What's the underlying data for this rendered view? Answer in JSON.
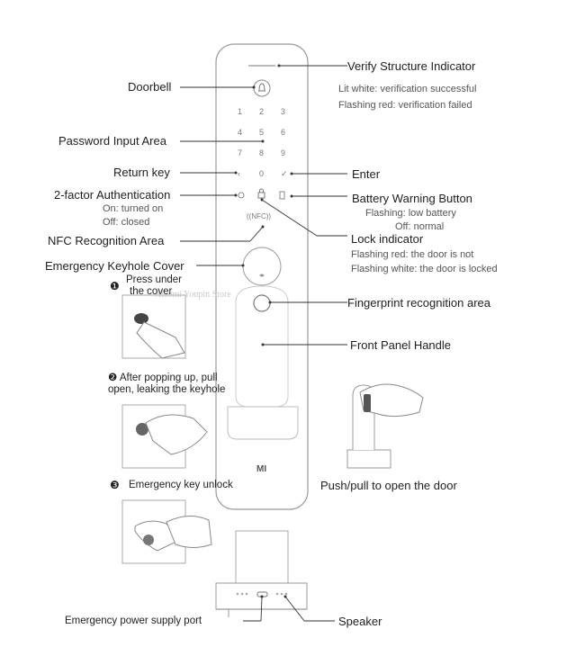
{
  "labels": {
    "verify": "Verify Structure Indicator",
    "verify_ok": "Lit white: verification successful",
    "verify_fail": "Flashing red: verification failed",
    "doorbell": "Doorbell",
    "password": "Password Input Area",
    "return": "Return key",
    "enter": "Enter",
    "twofactor": "2-factor Authentication",
    "twofactor_on": "On: turned on",
    "twofactor_off": "Off: closed",
    "battery": "Battery Warning Button",
    "battery_flash": "Flashing: low battery",
    "battery_off": "Off: normal",
    "nfc": "NFC Recognition Area",
    "lock": "Lock indicator",
    "lock_red": "Flashing red: the door is not",
    "lock_white": "Flashing white: the door is locked",
    "keyhole": "Emergency Keyhole Cover",
    "fingerprint": "Fingerprint recognition area",
    "handle": "Front Panel Handle",
    "pushpull": "Push/pull to open the door",
    "power": "Emergency power supply port",
    "speaker": "Speaker"
  },
  "steps": {
    "s1_num": "❶",
    "s1_line1": "Press under",
    "s1_line2": "the cover",
    "s2": "❷ After popping up, pull open, leaking the keyhole",
    "s3_num": "❸",
    "s3": "Emergency key unlock"
  },
  "keypad": [
    "1",
    "2",
    "3",
    "4",
    "5",
    "6",
    "7",
    "8",
    "9",
    "‹",
    "0",
    "✓"
  ],
  "nfc_badge": "((NFC))",
  "brand": "MI",
  "watermark": "Xiaomi Youpin Store"
}
